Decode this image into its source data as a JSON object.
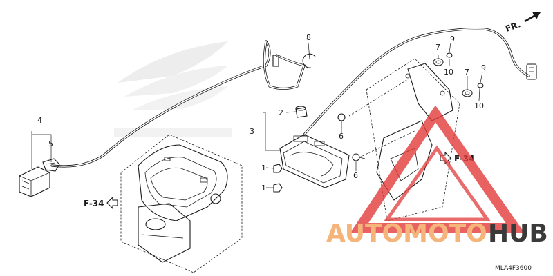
{
  "callouts": [
    {
      "id": "c1",
      "label": "1"
    },
    {
      "id": "c2",
      "label": "1"
    },
    {
      "id": "c3",
      "label": "2"
    },
    {
      "id": "c4",
      "label": "3"
    },
    {
      "id": "c5",
      "label": "4"
    },
    {
      "id": "c6",
      "label": "5"
    },
    {
      "id": "c7",
      "label": "6"
    },
    {
      "id": "c8",
      "label": "6"
    },
    {
      "id": "c9",
      "label": "7"
    },
    {
      "id": "c10",
      "label": "7"
    },
    {
      "id": "c11",
      "label": "8"
    },
    {
      "id": "c12",
      "label": "9"
    },
    {
      "id": "c13",
      "label": "9"
    },
    {
      "id": "c14",
      "label": "10"
    },
    {
      "id": "c15",
      "label": "10"
    }
  ],
  "references": {
    "left": "F-34",
    "right": "F-34",
    "front": "FR."
  },
  "diagram_code": "MLA4F3600",
  "watermark": {
    "text_main": "AUTOMOTO",
    "text_accent": "HUB",
    "color_main": "#f5b47a",
    "color_accent": "#3a3a3a",
    "triangle_color": "#e23b3b"
  }
}
